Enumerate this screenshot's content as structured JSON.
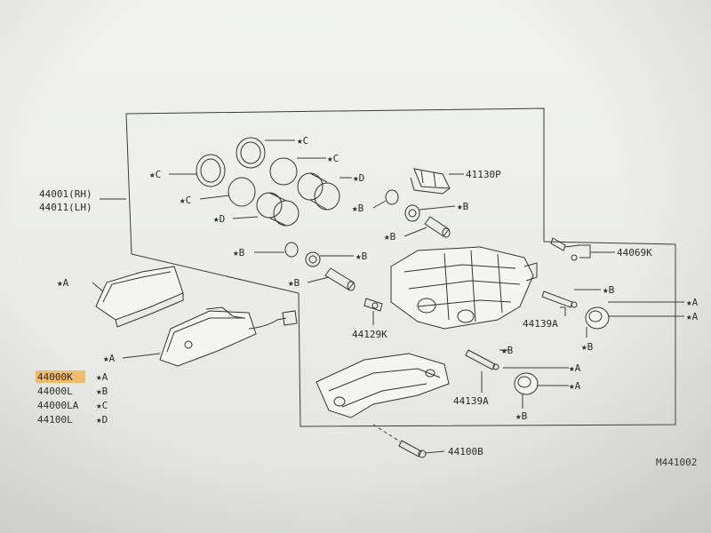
{
  "colors": {
    "background": "#ebece8",
    "line": "#333333",
    "highlight": "#f5b85a"
  },
  "callouts": {
    "caliper_rh": "44001(RH)",
    "caliper_lh": "44011(LH)",
    "guide": "41130P",
    "sensor": "44069K",
    "pin_upper": "44139A",
    "pin_lower": "44139A",
    "bleeder": "44129K",
    "bolt": "44100B"
  },
  "markers": {
    "c1": "★C",
    "c2": "★C",
    "c3": "★C",
    "c4": "★C",
    "d1": "★D",
    "d2": "★D",
    "b1": "★B",
    "b2": "★B",
    "b3": "★B",
    "b4": "★B",
    "b5": "★B",
    "b6": "★B",
    "b7": "★B",
    "b8": "★B",
    "b9": "★B",
    "a1": "★A",
    "a2": "★A",
    "a3": "★A",
    "a4": "★A",
    "a5": "★A",
    "a6": "★A"
  },
  "legend": [
    {
      "code": "44000K",
      "mark": "★A",
      "highlighted": true
    },
    {
      "code": "44000L",
      "mark": "★B",
      "highlighted": false
    },
    {
      "code": "44000LA",
      "mark": "★C",
      "highlighted": false
    },
    {
      "code": "44100L",
      "mark": "★D",
      "highlighted": false
    }
  ],
  "figure_id": "M441002"
}
